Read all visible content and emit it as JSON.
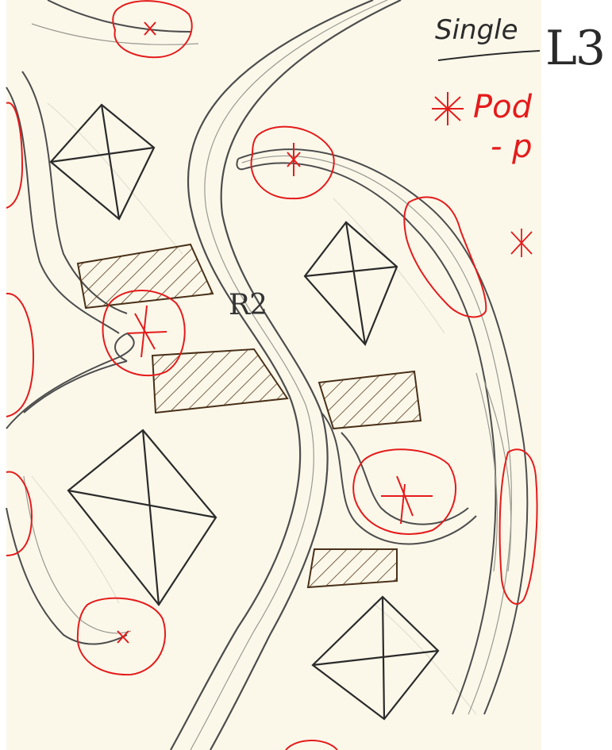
{
  "labels": {
    "corridor": "R2",
    "page_tag": "L3"
  },
  "notes": {
    "heading": "Single",
    "line1": "Pod",
    "line2": "- p"
  },
  "icons": {
    "star_a": "asterisk-icon",
    "star_b": "asterisk-icon"
  },
  "colors": {
    "paper": "#fbf8ea",
    "pencil": "#5a5a5a",
    "ink": "#2b2b2b",
    "red": "#e51b1b",
    "brown": "#5a3a1c",
    "beige_shadow": "#d8d4c0"
  }
}
